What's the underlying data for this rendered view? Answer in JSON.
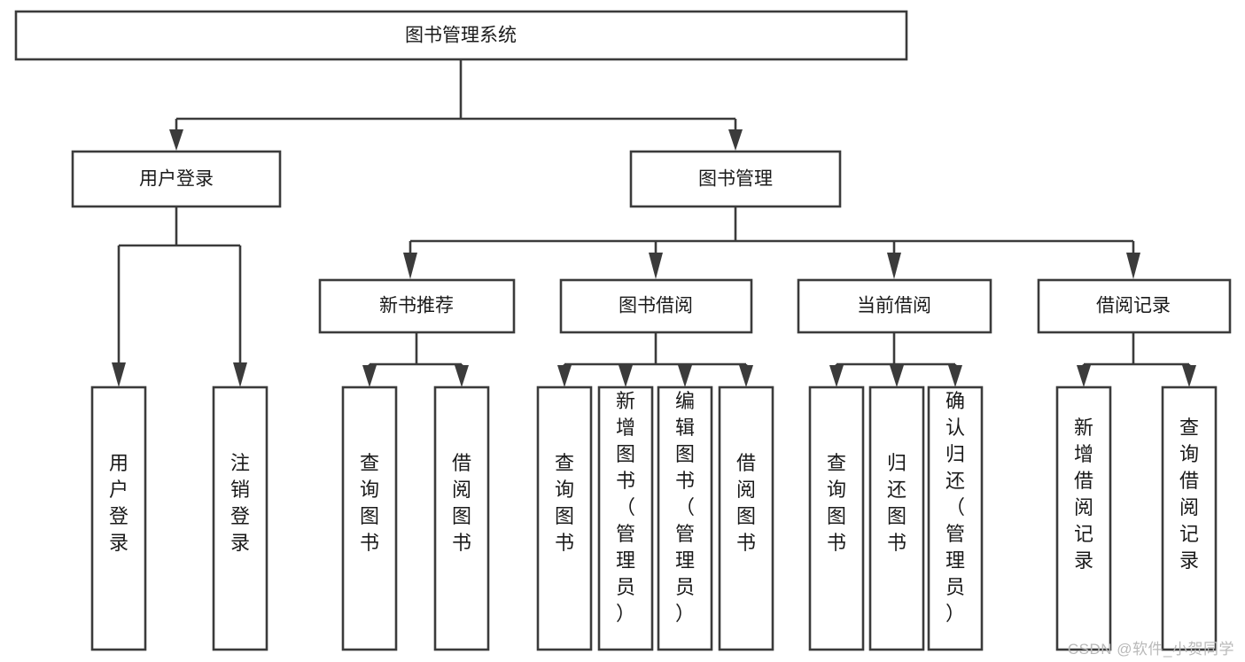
{
  "diagram": {
    "title": "图书管理系统",
    "type": "tree",
    "watermark": "CSDN @软件_小贺同学",
    "colors": {
      "stroke": "#3b3b3b",
      "fill": "#ffffff",
      "text": "#1a1a1a",
      "watermark": "#b9b9b9"
    },
    "root": {
      "label": "图书管理系统"
    },
    "level2": [
      {
        "label": "用户登录"
      },
      {
        "label": "图书管理"
      }
    ],
    "level3": [
      {
        "label": "新书推荐"
      },
      {
        "label": "图书借阅"
      },
      {
        "label": "当前借阅"
      },
      {
        "label": "借阅记录"
      }
    ],
    "leaves": {
      "user_login": [
        "用户登录",
        "注销登录"
      ],
      "new_book": [
        "查询图书",
        "借阅图书"
      ],
      "book_borrow": [
        "查询图书",
        "新增图书（管理员）",
        "编辑图书（管理员）",
        "借阅图书"
      ],
      "current_borrow": [
        "查询图书",
        "归还图书",
        "确认归还（管理员）"
      ],
      "borrow_record": [
        "新增借阅记录",
        "查询借阅记录"
      ]
    }
  }
}
